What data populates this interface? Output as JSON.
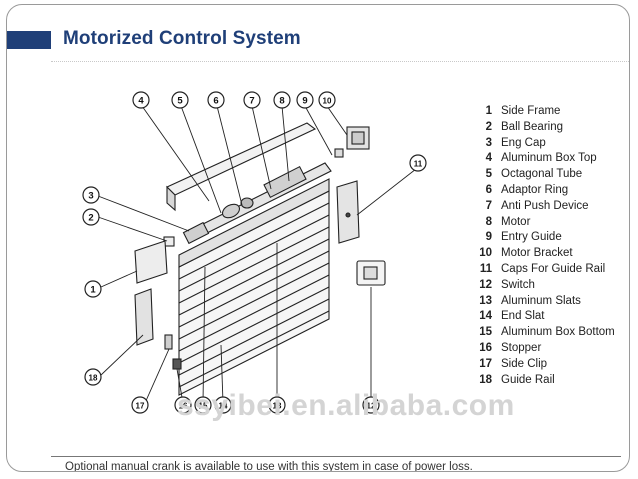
{
  "title": "Motorized Control System",
  "callouts": [
    "1",
    "2",
    "3",
    "4",
    "5",
    "6",
    "7",
    "8",
    "9",
    "10",
    "11",
    "12",
    "13",
    "14",
    "15",
    "16",
    "17",
    "18"
  ],
  "parts": [
    {
      "num": "1",
      "name": "Side Frame"
    },
    {
      "num": "2",
      "name": "Ball Bearing"
    },
    {
      "num": "3",
      "name": "Eng Cap"
    },
    {
      "num": "4",
      "name": "Aluminum Box Top"
    },
    {
      "num": "5",
      "name": "Octagonal Tube"
    },
    {
      "num": "6",
      "name": "Adaptor Ring"
    },
    {
      "num": "7",
      "name": "Anti Push Device"
    },
    {
      "num": "8",
      "name": "Motor"
    },
    {
      "num": "9",
      "name": "Entry Guide"
    },
    {
      "num": "10",
      "name": "Motor Bracket"
    },
    {
      "num": "11",
      "name": "Caps For Guide Rail"
    },
    {
      "num": "12",
      "name": "Switch"
    },
    {
      "num": "13",
      "name": "Aluminum Slats"
    },
    {
      "num": "14",
      "name": "End Slat"
    },
    {
      "num": "15",
      "name": "Aluminum Box Bottom"
    },
    {
      "num": "16",
      "name": "Stopper"
    },
    {
      "num": "17",
      "name": "Side Clip"
    },
    {
      "num": "18",
      "name": "Guide Rail"
    }
  ],
  "watermark": "ssyibei.en.alibaba.com",
  "footer": "Optional manual crank is available to use with this system in case of power loss."
}
